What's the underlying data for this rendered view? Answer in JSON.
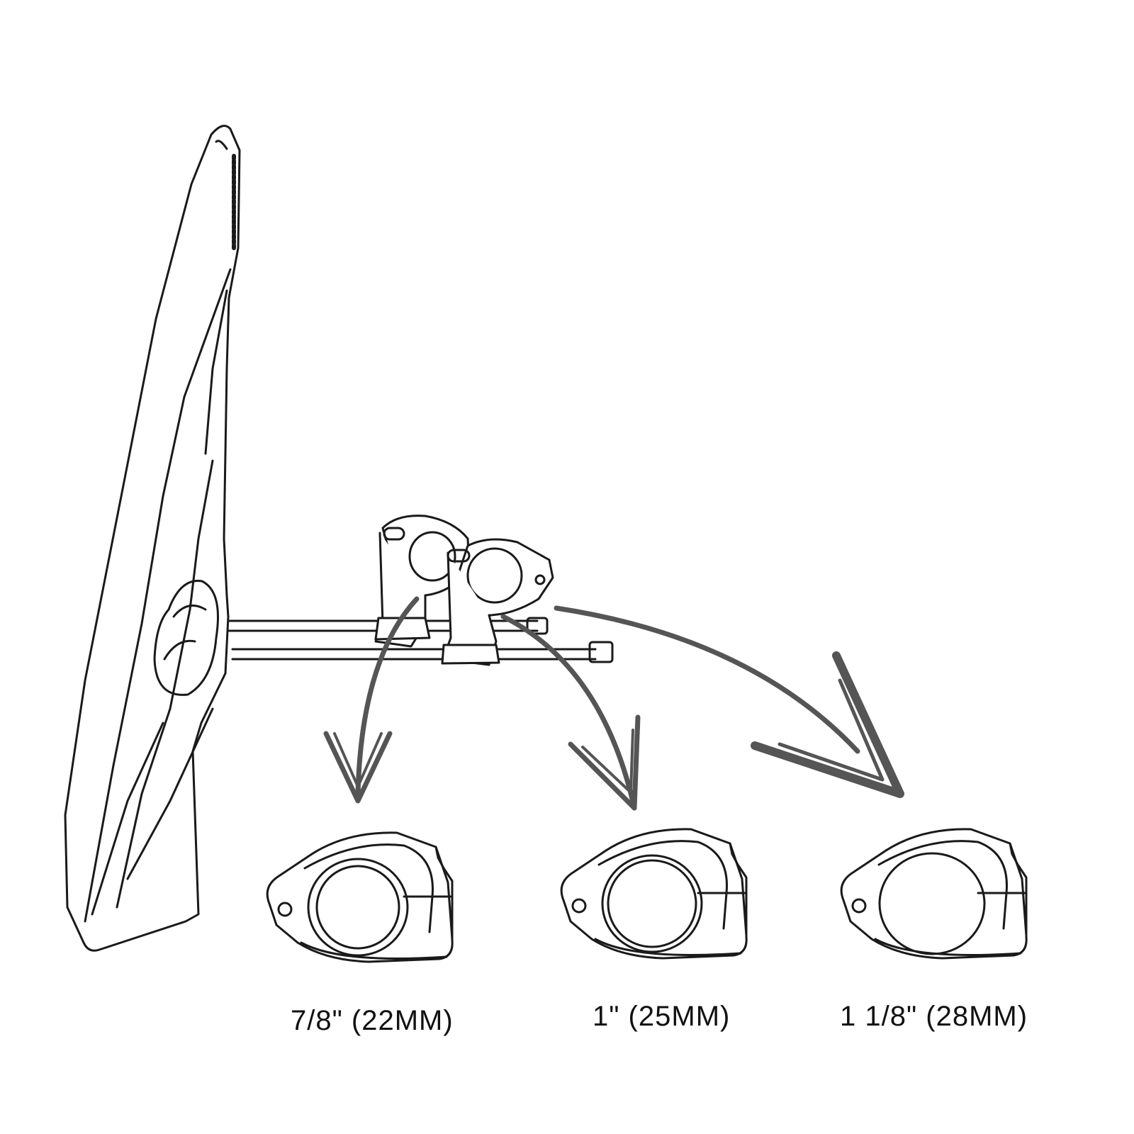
{
  "labels": {
    "size_22": "7/8\" (22MM)",
    "size_25": "1\" (25MM)",
    "size_28": "1 1/8\" (28MM)"
  },
  "colors": {
    "line": "#1a1a1a",
    "arrow": "#555555",
    "background": "#ffffff"
  }
}
